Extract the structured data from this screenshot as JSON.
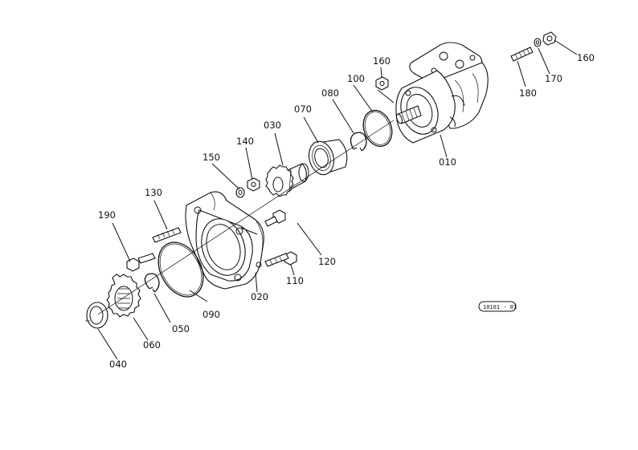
{
  "diagram": {
    "labels": {
      "p010": "010",
      "p020": "020",
      "p030": "030",
      "p040": "040",
      "p050": "050",
      "p060": "060",
      "p070": "070",
      "p080": "080",
      "p090": "090",
      "p100": "100",
      "p110": "110",
      "p120": "120",
      "p130": "130",
      "p140": "140",
      "p150": "150",
      "p160a": "160",
      "p160b": "160",
      "p170": "170",
      "p180": "180",
      "p190": "190"
    },
    "reference_code": "10101 - 01"
  }
}
